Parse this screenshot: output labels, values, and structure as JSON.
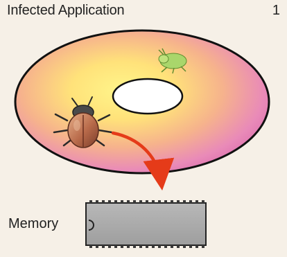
{
  "header": {
    "title": "Infected Application",
    "step_number": "1"
  },
  "labels": {
    "memory": "Memory"
  },
  "icons": {
    "disk": "disk-icon",
    "beetle": "beetle-icon",
    "green_bug": "green-bug-icon",
    "arrow": "curved-arrow-icon",
    "chip": "memory-chip-icon"
  },
  "colors": {
    "panel_background": "#f6f0e7",
    "disk_outline": "#111111",
    "disk_hole": "#ffffff",
    "arrow": "#e53b19",
    "chip_body": "#a9a9a9",
    "beetle_body": "#b86a4a",
    "green_bug": "#a9d66b"
  }
}
